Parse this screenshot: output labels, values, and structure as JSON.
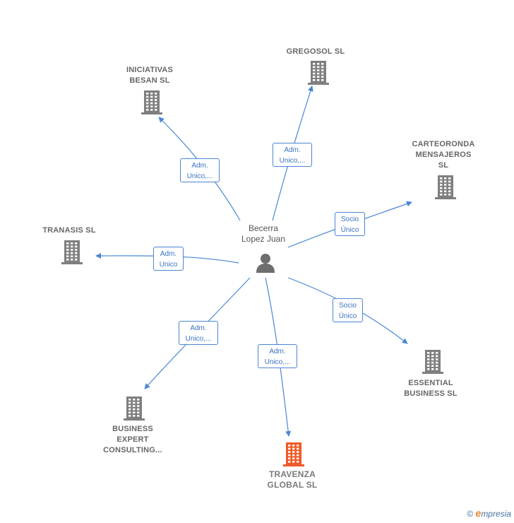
{
  "center": {
    "name": "Becerra\nLopez Juan",
    "icon": "person-icon"
  },
  "companies": [
    {
      "id": "gregosol",
      "name": "GREGOSOL SL",
      "highlight": false
    },
    {
      "id": "iniciativas",
      "name": "INICIATIVAS\nBESAN  SL",
      "highlight": false
    },
    {
      "id": "carteoronda",
      "name": "CARTEORONDA\nMENSAJEROS\nSL",
      "highlight": false
    },
    {
      "id": "tranasis",
      "name": "TRANASIS SL",
      "highlight": false
    },
    {
      "id": "essential",
      "name": "ESSENTIAL\nBUSINESS  SL",
      "highlight": false
    },
    {
      "id": "business",
      "name": "BUSINESS\nEXPERT\nCONSULTING...",
      "highlight": false
    },
    {
      "id": "travenza",
      "name": "TRAVENZA\nGLOBAL  SL",
      "highlight": true
    }
  ],
  "relations": [
    {
      "to": "gregosol",
      "label": "Adm.\nUnico,..."
    },
    {
      "to": "iniciativas",
      "label": "Adm.\nUnico,..."
    },
    {
      "to": "carteoronda",
      "label": "Socio\nÚnico"
    },
    {
      "to": "tranasis",
      "label": "Adm.\nUnico"
    },
    {
      "to": "essential",
      "label": "Socio\nÚnico"
    },
    {
      "to": "business",
      "label": "Adm.\nUnico,..."
    },
    {
      "to": "travenza",
      "label": "Adm.\nUnico,..."
    }
  ],
  "colors": {
    "edge": "#4a86d4",
    "building": "#7f7f7f",
    "highlight": "#f05a28",
    "person": "#6e6e6e"
  },
  "brand": {
    "copyright": "©",
    "e": "e",
    "rest": "mpresia"
  }
}
